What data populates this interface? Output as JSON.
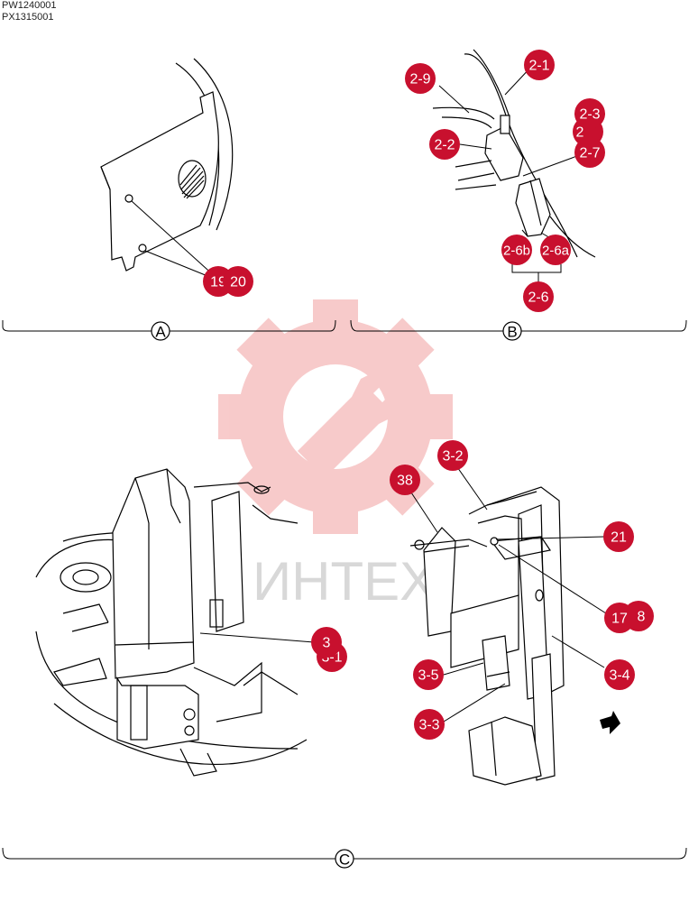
{
  "drawing_codes": [
    "PW1240001",
    "PX1315001"
  ],
  "watermark": {
    "text": "ИНТЕХ",
    "color": "#f2b3b3"
  },
  "callout_color": "#c8102e",
  "sections": [
    {
      "id": "A",
      "label": "A"
    },
    {
      "id": "B",
      "label": "B"
    },
    {
      "id": "C",
      "label": "C"
    }
  ],
  "callouts": {
    "c19": "19",
    "c20": "20",
    "c2_9": "2-9",
    "c2_1": "2-1",
    "c2_2": "2-2",
    "c2_3": "2-3",
    "c2_4": "2",
    "c2_7": "2-7",
    "c2_6b": "2-6b",
    "c2_6a": "2-6a",
    "c2_6": "2-6",
    "c38": "38",
    "c3_2": "3-2",
    "c21": "21",
    "c17": "17",
    "c18": "8",
    "c3": "3",
    "c3_1": "3-1",
    "c3_5": "3-5",
    "c3_4": "3-4",
    "c3_3": "3-3"
  }
}
